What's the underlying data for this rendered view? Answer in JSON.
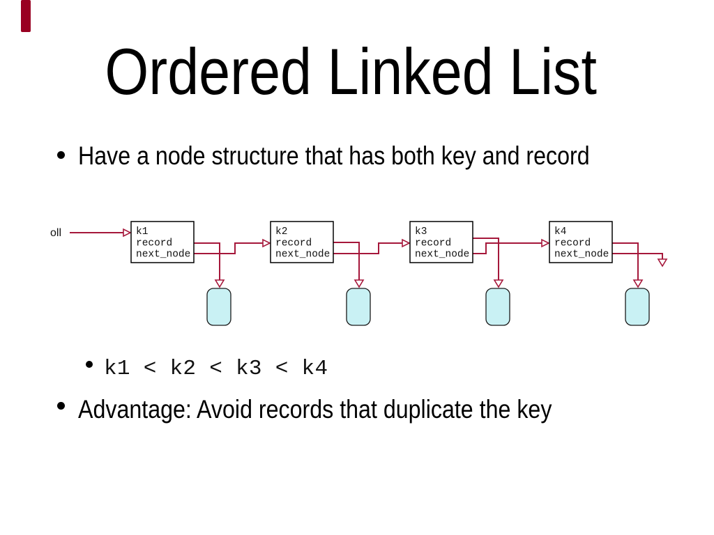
{
  "slide": {
    "title": "Ordered Linked List",
    "bullets": {
      "b1": "Have a node structure that has both key and record",
      "b2": "k1 < k2 < k3 < k4",
      "b3": "Advantage: Avoid records that duplicate the key"
    }
  },
  "diagram": {
    "head_label": "oll",
    "nodes": [
      {
        "key": "k1",
        "record": "record",
        "next": "next_node"
      },
      {
        "key": "k2",
        "record": "record",
        "next": "next_node"
      },
      {
        "key": "k3",
        "record": "record",
        "next": "next_node"
      },
      {
        "key": "k4",
        "record": "record",
        "next": "next_node"
      }
    ],
    "colors": {
      "pointer_arrow": "#A5173A",
      "record_blob_fill": "#C9F1F4",
      "node_box_border": "#000000"
    }
  },
  "decor": {
    "corner_mark_color": "#990022"
  }
}
